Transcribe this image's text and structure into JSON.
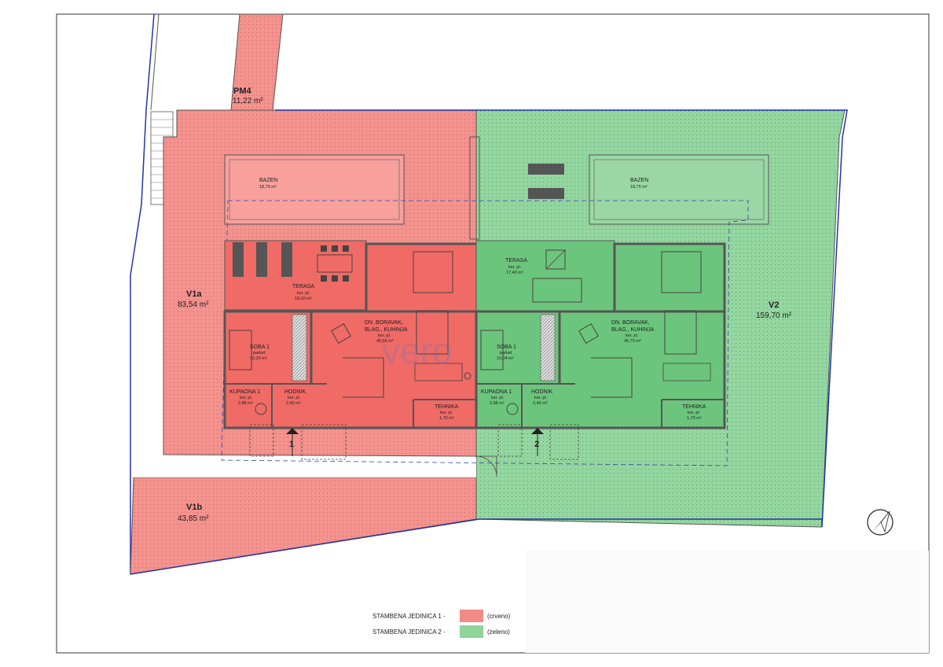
{
  "plots": {
    "pm4": {
      "name": "PM4",
      "area": "11,22 m²"
    },
    "v1a": {
      "name": "V1a",
      "area": "83,54 m²"
    },
    "v1b": {
      "name": "V1b",
      "area": "43,85 m²"
    },
    "v2": {
      "name": "V2",
      "area": "159,70 m²"
    }
  },
  "unit1": {
    "bazen": {
      "name": "BAZEN",
      "area": "18,75 m²"
    },
    "terasa": {
      "name": "TERASA",
      "floor": "ker. pl.",
      "area": "18,60 m²"
    },
    "living": {
      "line1": "DN. BORAVAK,",
      "line2": "BLAG., KUHINJA",
      "floor": "ker. pl.",
      "area": "45,66 m²"
    },
    "soba": {
      "name": "SOBA 1",
      "floor": "parket",
      "area": "10,20 m²"
    },
    "kupaona": {
      "name": "KUPAONA 1",
      "floor": "ker. pl.",
      "area": "2,88 m²"
    },
    "hodnik": {
      "name": "HODNIK",
      "floor": "ker. pl.",
      "area": "2,40 m²"
    },
    "tehnika": {
      "name": "TEHNIKA",
      "floor": "ker. pl.",
      "area": "1,70 m²"
    },
    "entry_number": "1"
  },
  "unit2": {
    "bazen": {
      "name": "BAZEN",
      "area": "18,75 m²"
    },
    "terasa": {
      "name": "TERASA",
      "floor": "ker. pl.",
      "area": "17,40 m²"
    },
    "living": {
      "line1": "DN. BORAVAK,",
      "line2": "BLAG., KUHINJA",
      "floor": "ker. pl.",
      "area": "45,79 m²"
    },
    "soba": {
      "name": "SOBA 1",
      "floor": "parket",
      "area": "10,04 m²"
    },
    "kupaona": {
      "name": "KUPAONA 1",
      "floor": "ker. pl.",
      "area": "2,88 m²"
    },
    "hodnik": {
      "name": "HODNIK",
      "floor": "ker. pl.",
      "area": "2,40 m²"
    },
    "tehnika": {
      "name": "TEHNIKA",
      "floor": "ker. pl.",
      "area": "1,70 m²"
    },
    "entry_number": "2"
  },
  "watermark": "vero",
  "legend": [
    {
      "label": "STAMBENA JEDINICA 1 -",
      "note": "(crveno)",
      "color": "#f28a85"
    },
    {
      "label": "STAMBENA JEDINICA 2 -",
      "note": "(zeleno)",
      "color": "#8fd49a"
    }
  ],
  "colors": {
    "red_zone": "#f28a85",
    "green_zone": "#8fd49a",
    "red_room": "#f06a66",
    "green_room": "#6cc57c",
    "boundary": "#2233aa"
  }
}
